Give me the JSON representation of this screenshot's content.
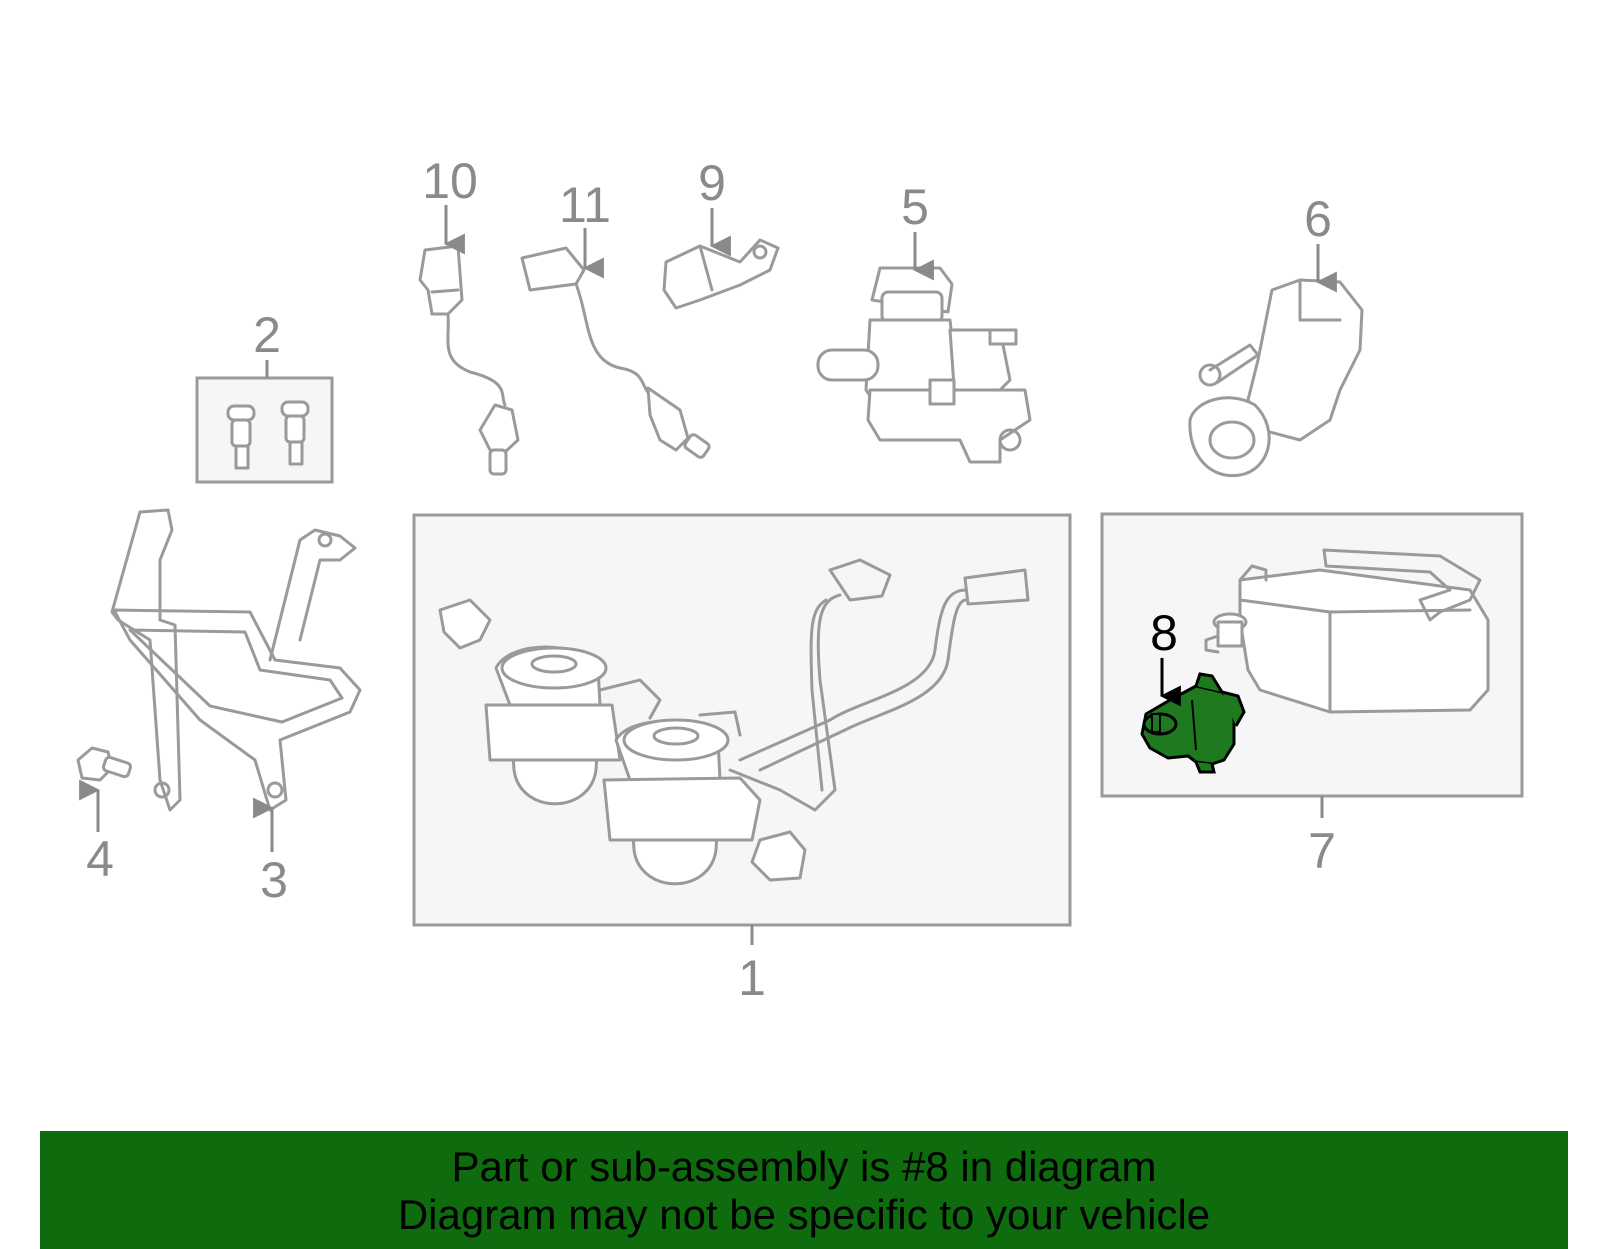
{
  "callouts": {
    "c1": "1",
    "c2": "2",
    "c3": "3",
    "c4": "4",
    "c5": "5",
    "c6": "6",
    "c7": "7",
    "c8": "8",
    "c9": "9",
    "c10": "10",
    "c11": "11"
  },
  "highlight": {
    "part": "8",
    "color": "#1f7a1f"
  },
  "banner": {
    "line1": "Part or sub-assembly is #8 in diagram",
    "line2": "Diagram may not be specific to your vehicle",
    "background": "#0e6b0e"
  }
}
